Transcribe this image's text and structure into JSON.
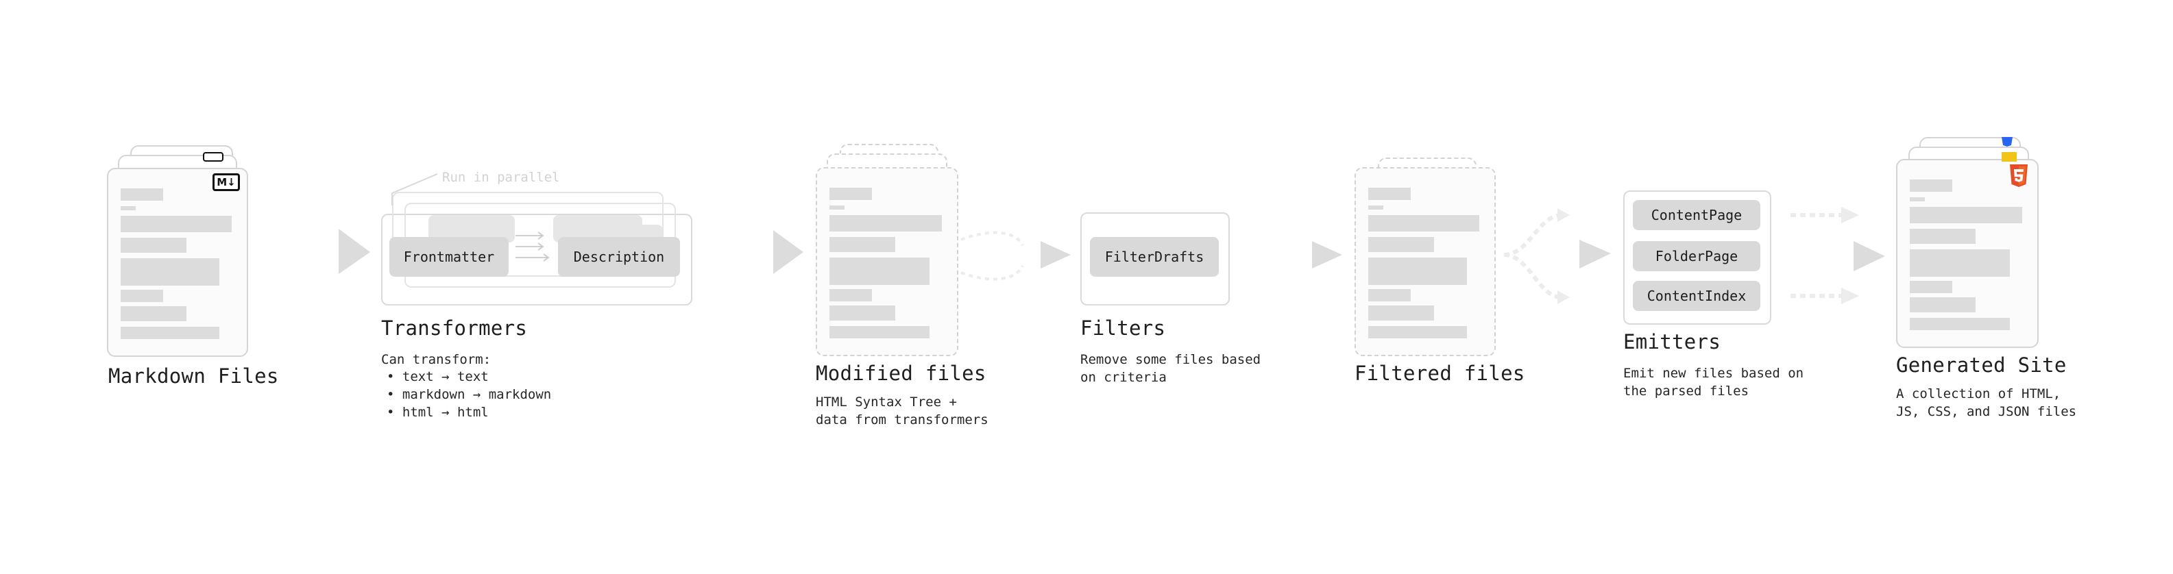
{
  "markdown": {
    "title": "Markdown Files",
    "badge": "M↓"
  },
  "transformers": {
    "title": "Transformers",
    "parallel_label": "Run in parallel",
    "items": [
      "Frontmatter",
      "Description"
    ],
    "desc_heading": "Can transform:",
    "desc_lines": [
      "• text → text",
      "• markdown → markdown",
      "• html → html"
    ]
  },
  "modified": {
    "title": "Modified files",
    "desc": "HTML Syntax Tree +\ndata from transformers"
  },
  "filters": {
    "title": "Filters",
    "item": "FilterDrafts",
    "desc": "Remove some files based\non criteria"
  },
  "filtered": {
    "title": "Filtered files"
  },
  "emitters": {
    "title": "Emitters",
    "items": [
      "ContentPage",
      "FolderPage",
      "ContentIndex"
    ],
    "desc": "Emit new files based on\nthe parsed files"
  },
  "site": {
    "title": "Generated Site",
    "desc": "A collection of HTML,\nJS, CSS, and JSON files"
  },
  "colors": {
    "arrow": "#e0e0e0",
    "pill": "#d9d9d9",
    "border": "#d4d4d4",
    "html5": "#e44d26",
    "js": "#f0c419",
    "css": "#2965f1"
  }
}
